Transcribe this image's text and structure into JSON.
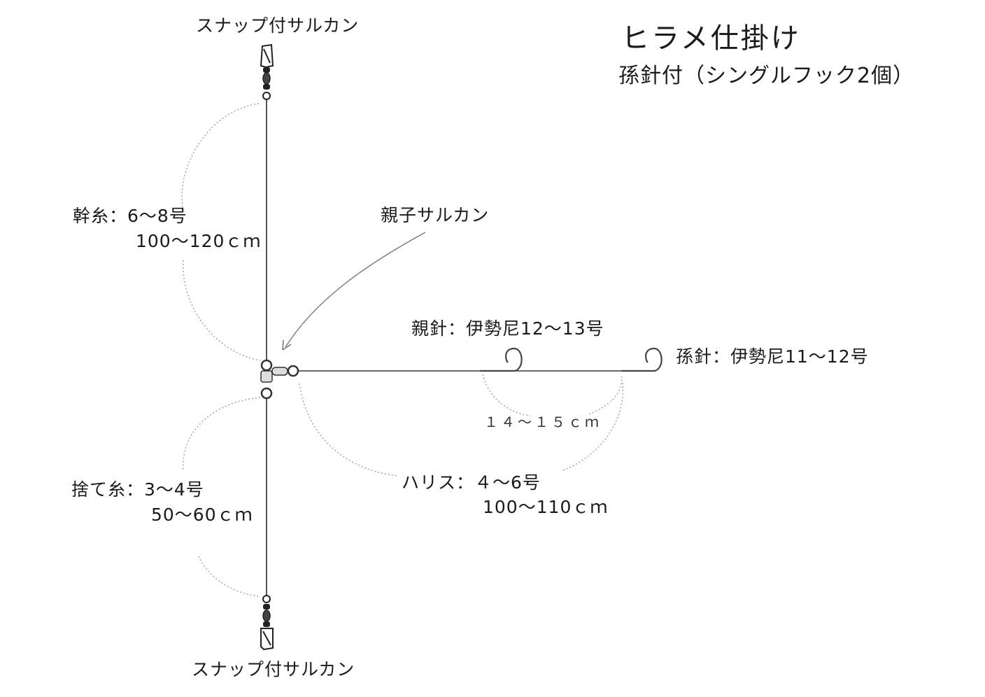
{
  "title": {
    "main": "ヒラメ仕掛け",
    "sub": "孫針付（シングルフック2個）"
  },
  "labels": {
    "snap_top": "スナップ付サルカン",
    "snap_bottom": "スナップ付サルカン",
    "mainline_spec": "幹糸：6～8号",
    "mainline_length": "100～120ｃｍ",
    "swivel": "親子サルカン",
    "hook_main": "親針：伊勢尼12～13号",
    "hook_trailer": "孫針：伊勢尼11～12号",
    "hook_gap": "１４～１５ｃｍ",
    "leader_spec": "ハリス：４～6号",
    "leader_length": "100～110ｃｍ",
    "sinker_line_spec": "捨て糸：3～4号",
    "sinker_line_length": "50～60ｃｍ"
  },
  "colors": {
    "line": "#555555",
    "dotted": "#9a9a9a",
    "text": "#1a1a1a"
  }
}
